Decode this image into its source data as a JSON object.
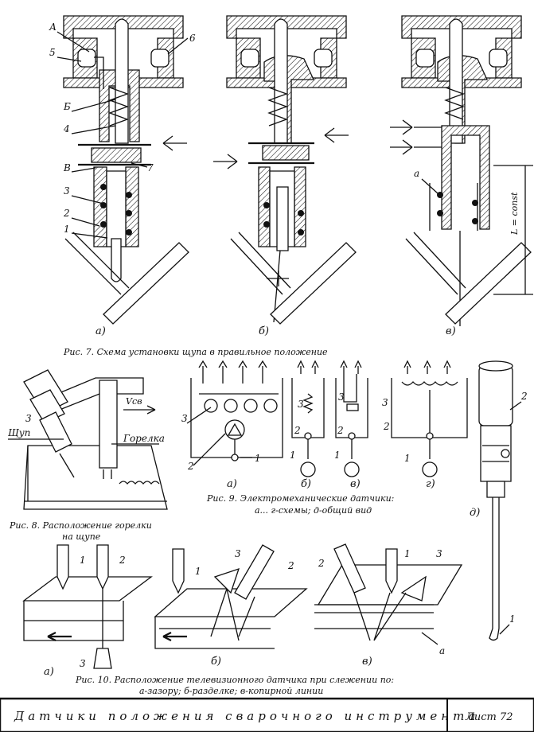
{
  "figure7": {
    "caption": "Рис. 7. Схема установки щупа в правильное положение",
    "subs": [
      "а)",
      "б)",
      "в)"
    ],
    "labels_a": [
      "А",
      "5",
      "Б",
      "4",
      "В",
      "3",
      "2",
      "1",
      "6",
      "7"
    ],
    "label_c": "а",
    "dimension": "L = const"
  },
  "figure8": {
    "caption_line1": "Рис. 8. Расположение горелки",
    "caption_line2": "на щупе",
    "probe_label": "Щуп",
    "torch_label": "Горелка",
    "speed_label": "Vсв",
    "label_3": "3"
  },
  "figure9": {
    "caption_line1": "Рис. 9. Электромеханические датчики:",
    "caption_line2": "а... г-схемы; д-общий вид",
    "subs": [
      "а)",
      "б)",
      "в)",
      "г)",
      "д)"
    ],
    "num_labels": [
      "1",
      "2",
      "3"
    ]
  },
  "figure10": {
    "caption_line1": "Рис. 10. Расположение телевизионного датчика при слежении по:",
    "caption_line2": "а-зазору; б-разделке; в-копирной линии",
    "subs": [
      "а)",
      "б)",
      "в)"
    ],
    "num_labels": [
      "1",
      "2",
      "3"
    ],
    "label_a": "а"
  },
  "footer": {
    "title": "Датчики положения сварочного инструмента",
    "sheet": "Лист 72"
  }
}
